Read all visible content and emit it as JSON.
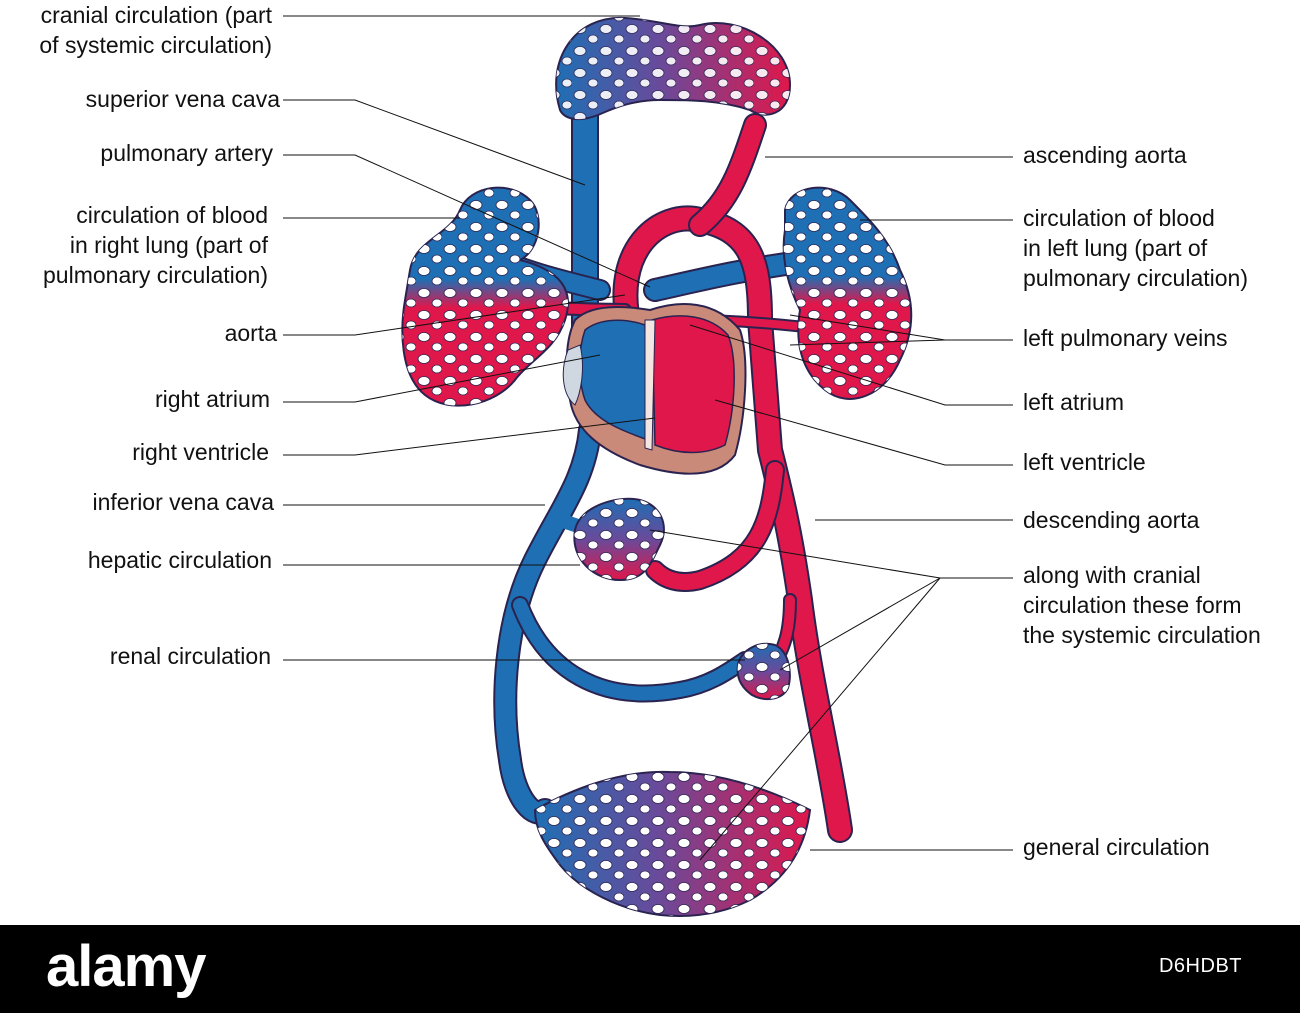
{
  "labels_left": [
    {
      "id": "cranial",
      "text": "cranial circulation (part\nof systemic circulation)"
    },
    {
      "id": "svc",
      "text": "superior vena cava"
    },
    {
      "id": "pulm-artery",
      "text": "pulmonary artery"
    },
    {
      "id": "right-lung",
      "text": "circulation of blood\nin right lung (part of\npulmonary circulation)"
    },
    {
      "id": "aorta",
      "text": "aorta"
    },
    {
      "id": "right-atrium",
      "text": "right atrium"
    },
    {
      "id": "right-ventricle",
      "text": "right ventricle"
    },
    {
      "id": "ivc",
      "text": "inferior vena cava"
    },
    {
      "id": "hepatic",
      "text": "hepatic circulation"
    },
    {
      "id": "renal",
      "text": "renal circulation"
    }
  ],
  "labels_right": [
    {
      "id": "ascending-aorta",
      "text": "ascending aorta"
    },
    {
      "id": "left-lung",
      "text": "circulation of blood\nin left lung (part of\npulmonary circulation)"
    },
    {
      "id": "left-pulm-veins",
      "text": "left pulmonary veins"
    },
    {
      "id": "left-atrium",
      "text": "left atrium"
    },
    {
      "id": "left-ventricle",
      "text": "left ventricle"
    },
    {
      "id": "descending-aorta",
      "text": "descending aorta"
    },
    {
      "id": "systemic",
      "text": "along with cranial\ncirculation these form\nthe systemic circulation"
    },
    {
      "id": "general",
      "text": "general circulation"
    }
  ],
  "colors": {
    "venous": "#1f6fb4",
    "arterial": "#e0174a",
    "outline": "#2a2350",
    "text": "#111111",
    "footer_bg": "#000000"
  },
  "footer": {
    "brand": "alamy",
    "image_id": "D6HDBT"
  }
}
